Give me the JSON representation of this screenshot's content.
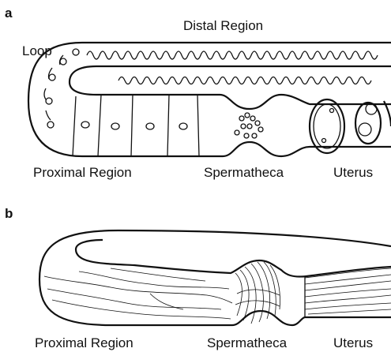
{
  "panel_a": {
    "label": "a",
    "labels": {
      "distal": "Distal Region",
      "loop": "Loop",
      "proximal": "Proximal Region",
      "spermatheca": "Spermatheca",
      "uterus": "Uterus"
    }
  },
  "panel_b": {
    "label": "b",
    "labels": {
      "proximal": "Proximal Region",
      "spermatheca": "Spermatheca",
      "uterus": "Uterus"
    }
  }
}
